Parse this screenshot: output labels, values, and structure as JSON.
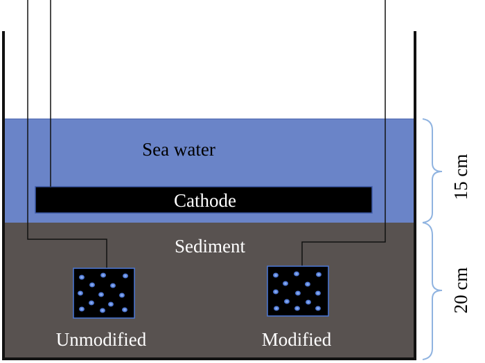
{
  "labels": {
    "sea_water": "Sea water",
    "cathode": "Cathode",
    "sediment": "Sediment",
    "unmodified": "Unmodified",
    "modified": "Modified",
    "water_depth": "15 cm",
    "sediment_depth": "20 cm"
  },
  "colors": {
    "water": "#6a84c8",
    "sediment": "#585250",
    "cathode": "#000000",
    "anode_dots": "#4a78d8",
    "bracket": "#8fb3e0",
    "container": "#111111"
  }
}
